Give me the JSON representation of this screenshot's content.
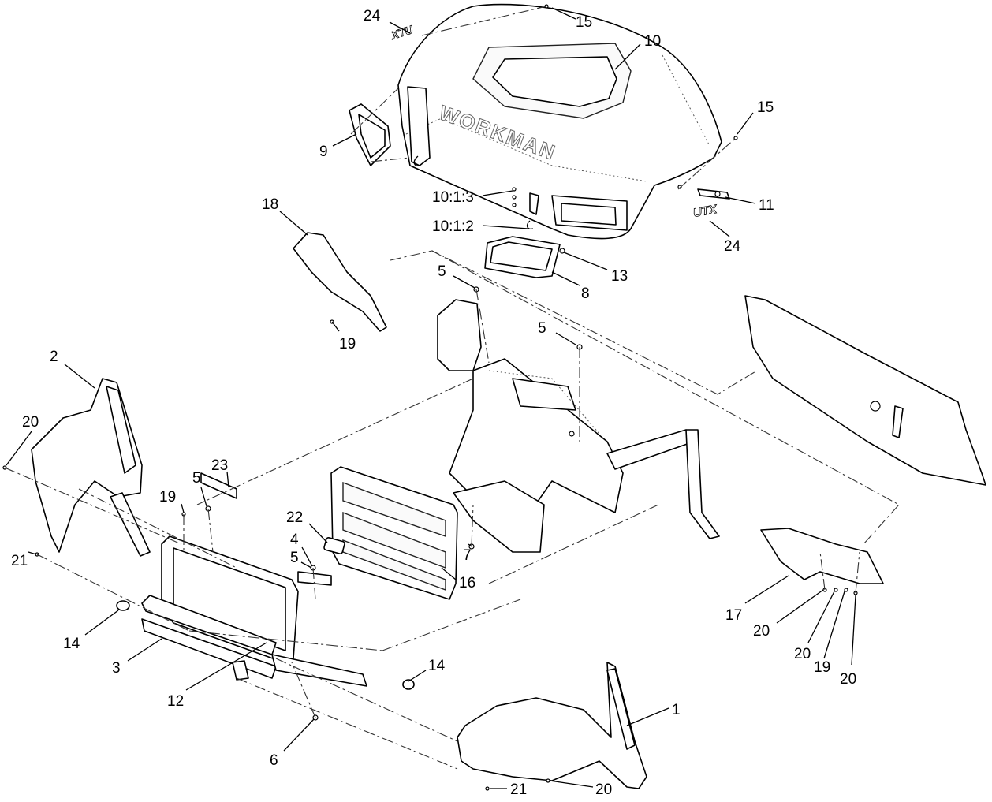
{
  "emblems": {
    "hood_brand": "WORKMAN",
    "badge_top": "XTU",
    "badge_side": "UTX"
  },
  "callouts": [
    {
      "id": "c24a",
      "label": "24"
    },
    {
      "id": "c15a",
      "label": "15"
    },
    {
      "id": "c10",
      "label": "10"
    },
    {
      "id": "c15b",
      "label": "15"
    },
    {
      "id": "c9",
      "label": "9"
    },
    {
      "id": "c1013",
      "label": "10:1:3"
    },
    {
      "id": "c1012",
      "label": "10:1:2"
    },
    {
      "id": "c11",
      "label": "11"
    },
    {
      "id": "c24b",
      "label": "24"
    },
    {
      "id": "c13",
      "label": "13"
    },
    {
      "id": "c8",
      "label": "8"
    },
    {
      "id": "c18",
      "label": "18"
    },
    {
      "id": "c5a",
      "label": "5"
    },
    {
      "id": "c19a",
      "label": "19"
    },
    {
      "id": "c5b",
      "label": "5"
    },
    {
      "id": "c2",
      "label": "2"
    },
    {
      "id": "c20a",
      "label": "20"
    },
    {
      "id": "c23",
      "label": "23"
    },
    {
      "id": "c5c",
      "label": "5"
    },
    {
      "id": "c19b",
      "label": "19"
    },
    {
      "id": "c22",
      "label": "22"
    },
    {
      "id": "c4",
      "label": "4"
    },
    {
      "id": "c5d",
      "label": "5"
    },
    {
      "id": "c7",
      "label": "7"
    },
    {
      "id": "c21a",
      "label": "21"
    },
    {
      "id": "c16",
      "label": "16"
    },
    {
      "id": "c17",
      "label": "17"
    },
    {
      "id": "c20b",
      "label": "20"
    },
    {
      "id": "c20c",
      "label": "20"
    },
    {
      "id": "c19c",
      "label": "19"
    },
    {
      "id": "c20d",
      "label": "20"
    },
    {
      "id": "c14a",
      "label": "14"
    },
    {
      "id": "c3",
      "label": "3"
    },
    {
      "id": "c12",
      "label": "12"
    },
    {
      "id": "c14b",
      "label": "14"
    },
    {
      "id": "c1",
      "label": "1"
    },
    {
      "id": "c6",
      "label": "6"
    },
    {
      "id": "c21b",
      "label": "21"
    },
    {
      "id": "c20e",
      "label": "20"
    }
  ]
}
